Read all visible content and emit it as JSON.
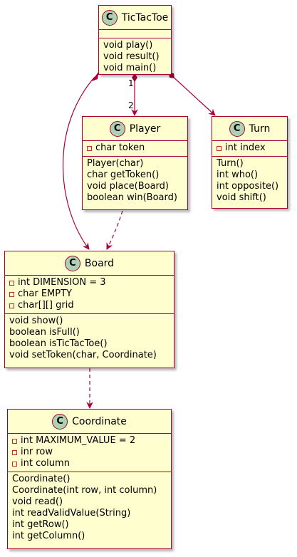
{
  "diagram": {
    "stereotype_glyph": "C",
    "classes": {
      "tictactoe": {
        "name": "TicTacToe",
        "attributes": [],
        "methods": [
          "void play()",
          "void result()",
          "void main()"
        ]
      },
      "player": {
        "name": "Player",
        "attributes": [
          "char token"
        ],
        "methods": [
          "Player(char)",
          "char getToken()",
          "void place(Board)",
          "boolean win(Board)"
        ]
      },
      "turn": {
        "name": "Turn",
        "attributes": [
          "int index"
        ],
        "methods": [
          "Turn()",
          "int who()",
          "int opposite()",
          "void shift()"
        ]
      },
      "board": {
        "name": "Board",
        "attributes": [
          "int DIMENSION = 3",
          "char EMPTY",
          "char[][] grid"
        ],
        "methods": [
          "void show()",
          "boolean isFull()",
          "boolean isTicTacToe()",
          "void setToken(char, Coordinate)"
        ]
      },
      "coordinate": {
        "name": "Coordinate",
        "attributes": [
          "int MAXIMUM_VALUE = 2",
          "inr row",
          "int column"
        ],
        "methods": [
          "Coordinate()",
          "Coordinate(int row, int column)",
          "void read()",
          "int readValidValue(String)",
          "int getRow()",
          "int getColumn()"
        ]
      }
    },
    "multiplicity": {
      "source": "1",
      "target": "2"
    },
    "colors": {
      "class_fill": "#FEFECE",
      "border": "#A80036",
      "badge": "#ADD1B2",
      "private_marker": "#C82930"
    }
  }
}
